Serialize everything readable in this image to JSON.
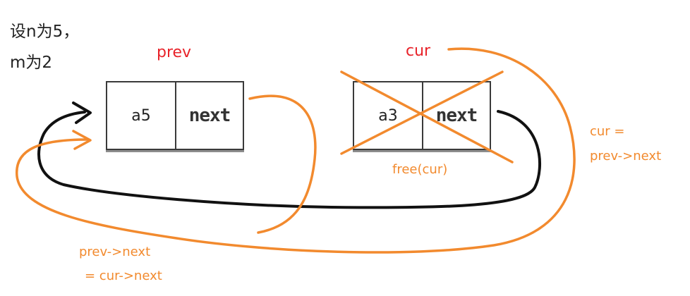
{
  "condition": {
    "line1": "设n为5，",
    "line2": "m为2"
  },
  "pointers": {
    "prev": "prev",
    "cur": "cur"
  },
  "nodes": [
    {
      "value": "a5",
      "next": "next"
    },
    {
      "value": "a3",
      "next": "next"
    }
  ],
  "annotations": {
    "free": "free(cur)",
    "cur_update_line1": "cur =",
    "cur_update_line2": "prev->next",
    "prev_update_line1": "prev->next",
    "prev_update_line2": "= cur->next"
  },
  "colors": {
    "pointer_label": "#e8232a",
    "annotation": "#f28a2e",
    "link_new": "#111111",
    "link_reroute": "#f28a2e",
    "cross_out": "#f28a2e"
  }
}
